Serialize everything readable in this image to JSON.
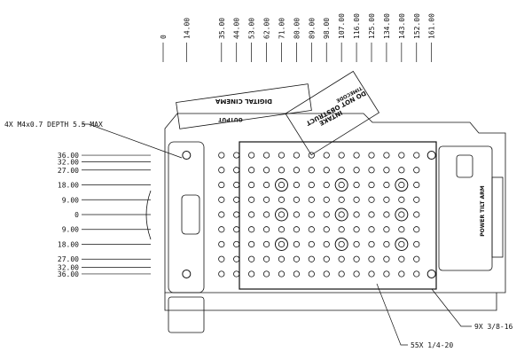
{
  "diagram": {
    "x_dimensions": [
      "0",
      "14.00",
      "35.00",
      "44.00",
      "53.00",
      "62.00",
      "71.00",
      "80.00",
      "89.00",
      "98.00",
      "107.00",
      "116.00",
      "125.00",
      "134.00",
      "143.00",
      "152.00",
      "161.00"
    ],
    "y_dimensions_upper": [
      "36.00",
      "32.00",
      "27.00",
      "18.00",
      "9.00"
    ],
    "y_zero": "0",
    "y_dimensions_lower": [
      "9.00",
      "18.00",
      "27.00",
      "32.00",
      "36.00"
    ],
    "callouts": {
      "m4": "4X M4x0.7 DEPTH 5.5 MAX",
      "three_eighths": "9X 3/8-16",
      "quarter": "55X 1/4-20"
    },
    "embossed_labels": [
      "DIGITAL CINEMA",
      "DO NOT OBSTRUCT",
      "INTAKE",
      "TIMECODE",
      "OUTPUT",
      "POWER TILT ARM"
    ],
    "line_color": "#111111"
  }
}
